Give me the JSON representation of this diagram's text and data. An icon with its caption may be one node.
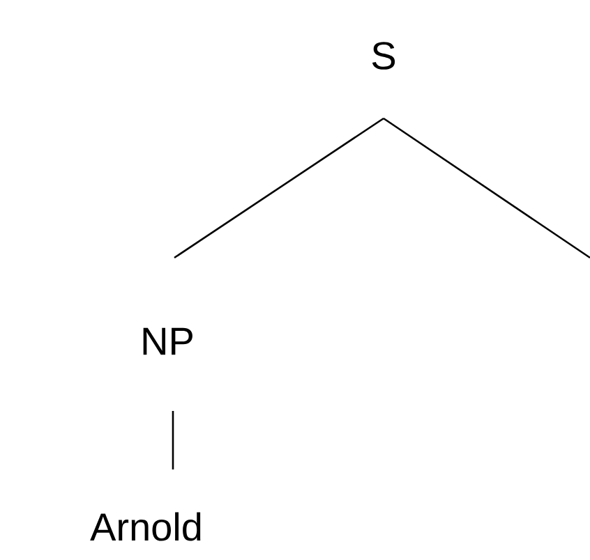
{
  "diagram": {
    "nodes": [
      {
        "text": [
          "S"
        ]
      },
      {
        "text": [
          "NP"
        ]
      },
      {
        "text": [
          "Arnold"
        ]
      }
    ],
    "edges": [
      {
        "from": 0,
        "to": 1,
        "arrow": "none"
      },
      {
        "from": 0,
        "to": null,
        "arrow": "none"
      },
      {
        "from": 1,
        "to": 2,
        "arrow": "none"
      }
    ]
  }
}
